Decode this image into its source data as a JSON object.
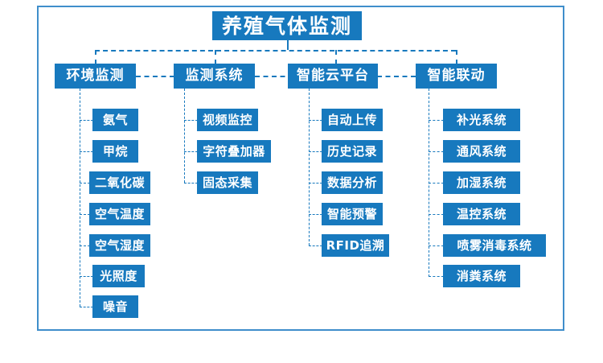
{
  "diagram": {
    "type": "org-tree",
    "title": "养殖气体监测",
    "accent_color": "#1779be",
    "frame_color": "#3f8ecb",
    "connector_style": "dashed",
    "branches": [
      {
        "label": "环境监测",
        "leaves": [
          "氨气",
          "甲烷",
          "二氧化碳",
          "空气温度",
          "空气湿度",
          "光照度",
          "噪音"
        ]
      },
      {
        "label": "监测系统",
        "leaves": [
          "视频监控",
          "字符叠加器",
          "固态采集"
        ]
      },
      {
        "label": "智能云平台",
        "leaves": [
          "自动上传",
          "历史记录",
          "数据分析",
          "智能预警",
          "RFID追溯"
        ]
      },
      {
        "label": "智能联动",
        "leaves": [
          "补光系统",
          "通风系统",
          "加湿系统",
          "温控系统",
          "喷雾消毒系统",
          "消粪系统"
        ]
      }
    ]
  }
}
